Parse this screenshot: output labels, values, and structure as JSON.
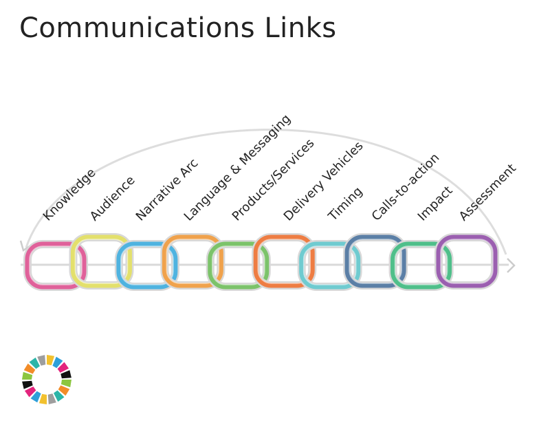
{
  "title": "Communications Links",
  "links": [
    {
      "label": "Knowledge",
      "color": "#e0619a"
    },
    {
      "label": "Audience",
      "color": "#e3e06c"
    },
    {
      "label": "Narrative Arc",
      "color": "#4fb3e0"
    },
    {
      "label": "Language & Messaging",
      "color": "#f0a24c"
    },
    {
      "label": "Products/Services",
      "color": "#7cc36a"
    },
    {
      "label": "Delivery Vehicles",
      "color": "#ee7d43"
    },
    {
      "label": "Timing",
      "color": "#6fcbd0"
    },
    {
      "label": "Calls-to-action",
      "color": "#5b7fa6"
    },
    {
      "label": "Impact",
      "color": "#4fbf8a"
    },
    {
      "label": "Assessment",
      "color": "#9b5fb0"
    }
  ],
  "logo_colors": [
    "#f2c12e",
    "#2e9fd9",
    "#e3247d",
    "#111111",
    "#8cc63f",
    "#f28c28",
    "#2bb5a8",
    "#9e9e9e"
  ]
}
